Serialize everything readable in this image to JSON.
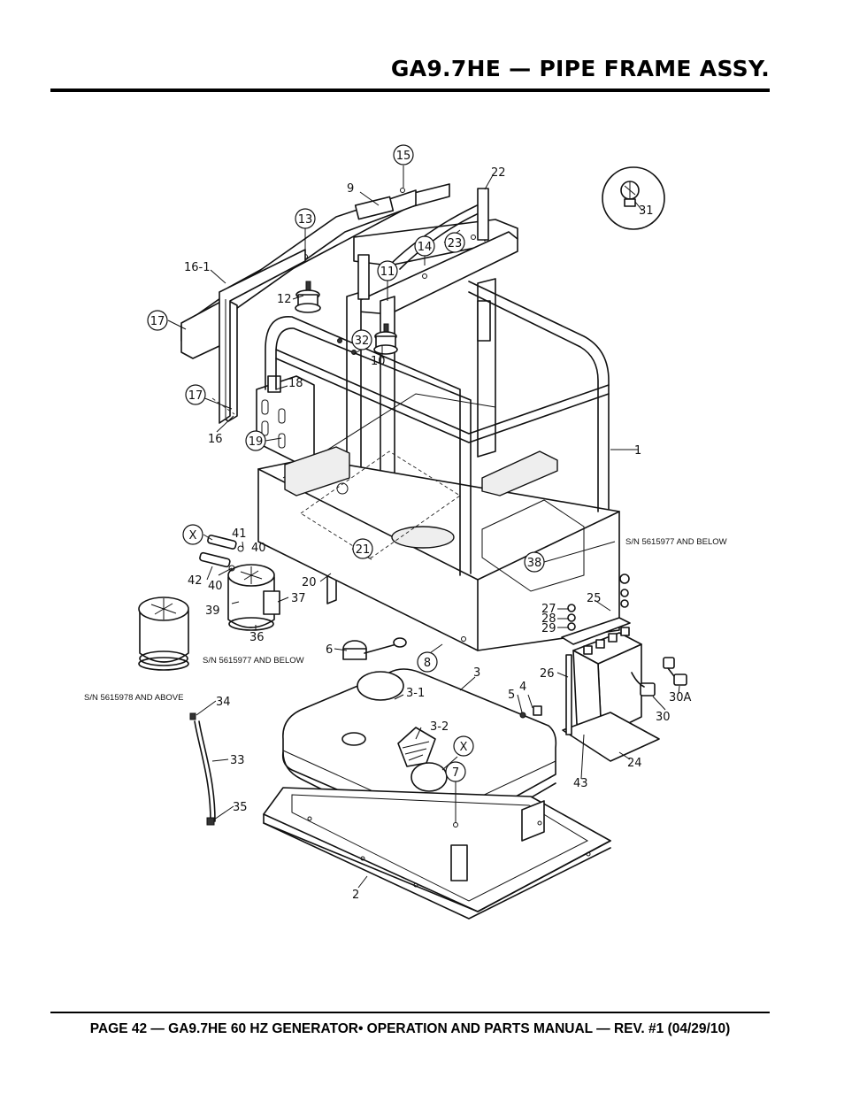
{
  "header": {
    "title": "GA9.7HE — PIPE FRAME ASSY."
  },
  "footer": {
    "text": "PAGE 42 — GA9.7HE 60 HZ GENERATOR• OPERATION AND PARTS MANUAL — REV. #1 (04/29/10)"
  },
  "diagram": {
    "callouts": {
      "p1": "1",
      "p2": "2",
      "p3": "3",
      "p3_1": "3-1",
      "p3_2": "3-2",
      "p4": "4",
      "p5": "5",
      "p6": "6",
      "p7": "7",
      "p8": "8",
      "p9": "9",
      "p10": "10",
      "p11": "11",
      "p12": "12",
      "p13": "13",
      "p14": "14",
      "p15": "15",
      "p16": "16",
      "p16_1": "16-1",
      "p17a": "17",
      "p17b": "17",
      "p18": "18",
      "p19": "19",
      "p20": "20",
      "p21": "21",
      "p22": "22",
      "p23": "23",
      "p24": "24",
      "p25": "25",
      "p26": "26",
      "p27": "27",
      "p28": "28",
      "p29": "29",
      "p30": "30",
      "p30a": "30A",
      "p31": "31",
      "p32": "32",
      "p33": "33",
      "p34": "34",
      "p35": "35",
      "p36": "36",
      "p37": "37",
      "p38": "38",
      "p39": "39",
      "p40a": "40",
      "p40b": "40",
      "p41": "41",
      "p42": "42",
      "p43": "43",
      "x1": "X",
      "x2": "X"
    },
    "notes": {
      "sn_below_right": "S/N 5615977 AND BELOW",
      "sn_below_left": "S/N 5615977 AND BELOW",
      "sn_above": "S/N 5615978 AND ABOVE"
    }
  }
}
